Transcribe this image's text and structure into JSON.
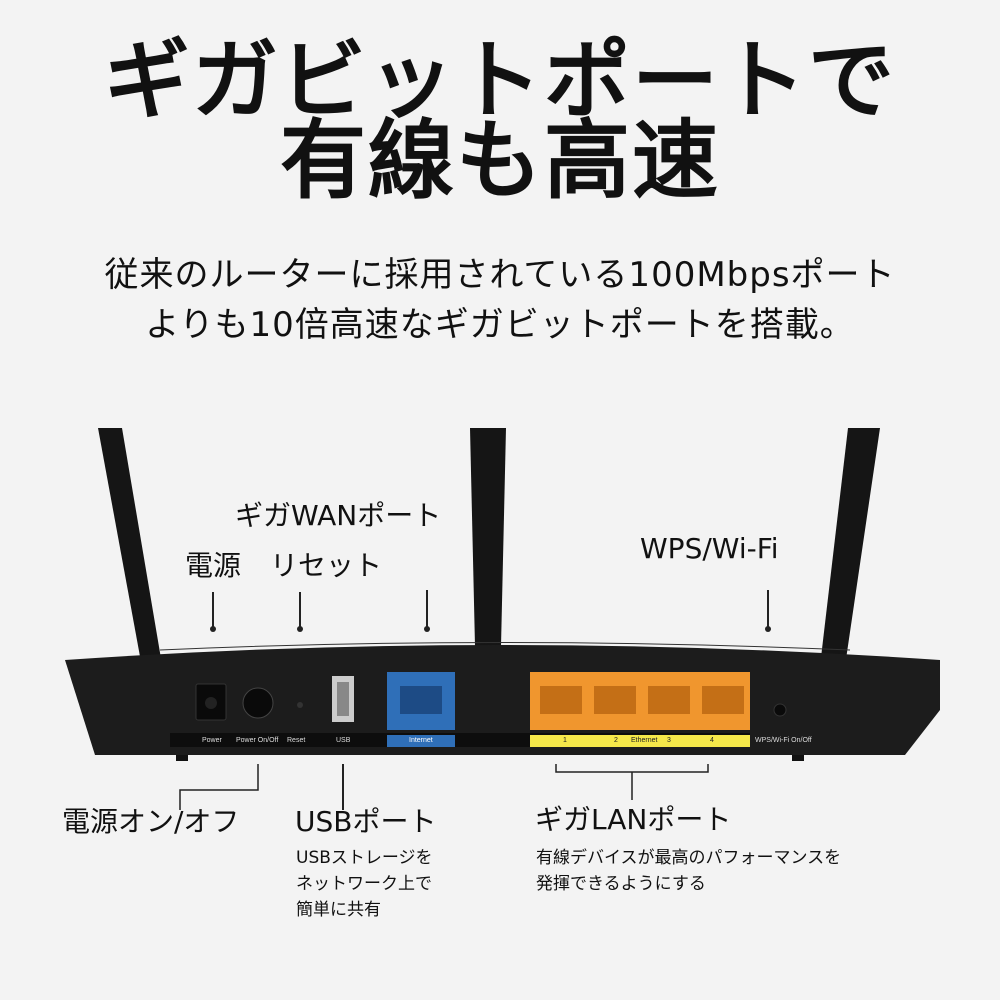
{
  "headline": {
    "line1": "ギガビットポートで",
    "line2": "有線も高速"
  },
  "subheadline": {
    "line1": "従来のルーターに採用されている100Mbpsポート",
    "line2": "よりも10倍高速なギガビットポートを搭載。"
  },
  "callouts_top": {
    "wan": "ギガWANポート",
    "power": "電源",
    "reset": "リセット",
    "wps": "WPS/Wi-Fi"
  },
  "callouts_bottom": {
    "power_switch": "電源オン/オフ",
    "usb": {
      "title": "USBポート",
      "desc": [
        "USBストレージを",
        "ネットワーク上で",
        "簡単に共有"
      ]
    },
    "lan": {
      "title": "ギガLANポート",
      "desc": [
        "有線デバイスが最高のパフォーマンスを",
        "発揮できるようにする"
      ]
    }
  },
  "router_labels": {
    "power": "Power",
    "power_onoff": "Power On/Off",
    "reset": "Reset",
    "usb": "USB",
    "internet": "Internet",
    "lan1": "1",
    "lan2": "2",
    "ethernet": "Ethernet",
    "lan3": "3",
    "lan4": "4",
    "wps": "WPS/Wi-Fi On/Off"
  },
  "colors": {
    "wan": "#2f6fb8",
    "lan": "#f0962e",
    "lan_strip": "#f5e84a"
  }
}
